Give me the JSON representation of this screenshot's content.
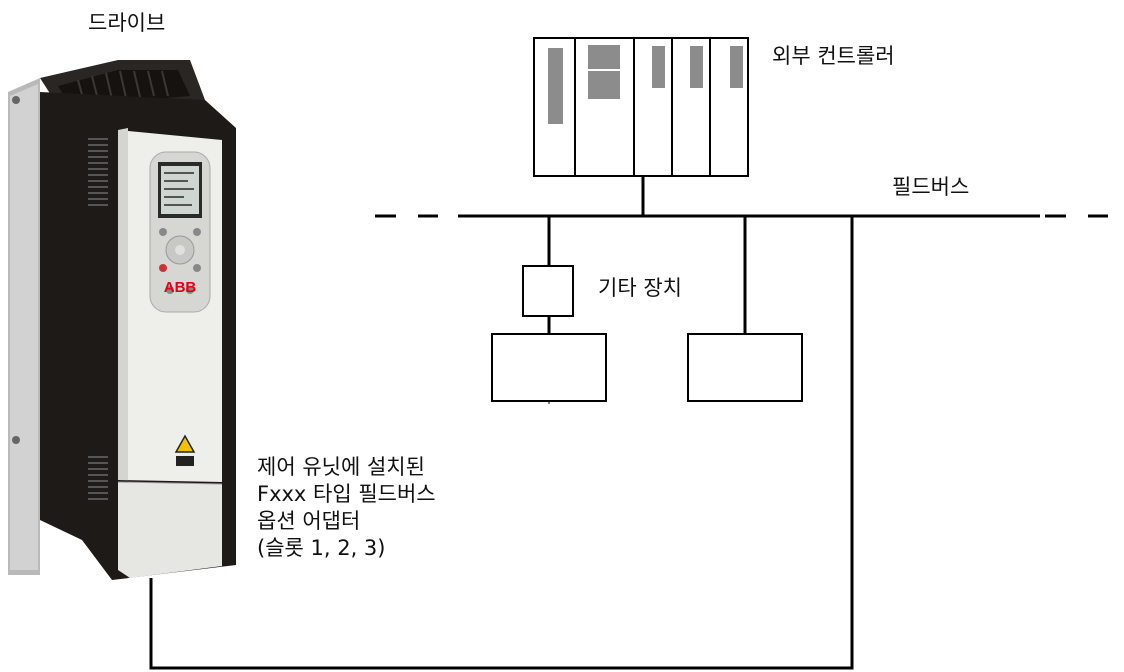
{
  "labels": {
    "drive": "드라이브",
    "external_controller": "외부 컨트롤러",
    "fieldbus": "필드버스",
    "other_devices": "기타 장치",
    "adapter_lines": [
      "제어 유닛에 설치된",
      "Fxxx 타입 필드버스",
      "옵션 어댑터",
      "(슬롯 1, 2, 3)"
    ]
  },
  "drive_brand": "ABB",
  "colors": {
    "line": "#000000",
    "drive_body": "#1e1a18",
    "drive_front": "#eeeeea",
    "brand_red": "#e2001a"
  }
}
